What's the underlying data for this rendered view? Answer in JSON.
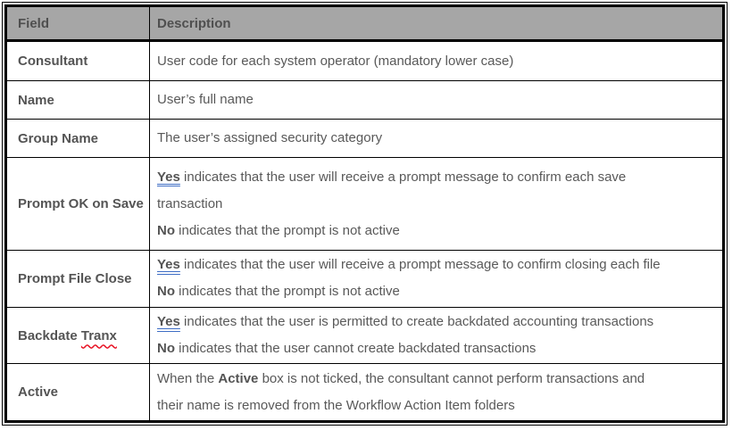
{
  "colors": {
    "header_background": "#a6a6a6",
    "header_text": "#4f4f4f",
    "body_text": "#595959",
    "border": "#000000",
    "yes_double_underline_blue": "#3c6cc4",
    "spellcheck_squiggle_red": "#e81123"
  },
  "table": {
    "header": {
      "field": "Field",
      "description": "Description"
    },
    "rows": [
      {
        "field": [
          {
            "t": "Consultant",
            "b": true
          }
        ],
        "description": [
          [
            {
              "t": "User code for each system operator (mandatory lower case)"
            }
          ]
        ]
      },
      {
        "field": [
          {
            "t": "Name",
            "b": true
          }
        ],
        "description": [
          [
            {
              "t": "User’s full name"
            }
          ]
        ]
      },
      {
        "field": [
          {
            "t": "Group Name",
            "b": true
          }
        ],
        "description": [
          [
            {
              "t": "The user’s assigned security category"
            }
          ]
        ]
      },
      {
        "field": [
          {
            "t": "Prompt OK on Save",
            "b": true
          }
        ],
        "description": [
          [
            {
              "t": "Yes",
              "b": true,
              "u": true
            },
            {
              "t": " indicates that the user will receive a prompt message to confirm each save"
            }
          ],
          [
            {
              "t": "transaction"
            }
          ],
          [
            {
              "t": "No",
              "b": true
            },
            {
              "t": " indicates that the prompt is not active"
            }
          ]
        ]
      },
      {
        "field": [
          {
            "t": "Prompt File Close",
            "b": true
          }
        ],
        "description": [
          [
            {
              "t": "Yes",
              "b": true,
              "u": true
            },
            {
              "t": " indicates that the user will receive a prompt message to confirm closing each file"
            }
          ],
          [
            {
              "t": "No",
              "b": true
            },
            {
              "t": " indicates that the prompt is not active"
            }
          ]
        ]
      },
      {
        "field": [
          {
            "t": "Backdate ",
            "b": true
          },
          {
            "t": "Tranx",
            "b": true,
            "w": true
          }
        ],
        "description": [
          [
            {
              "t": "Yes",
              "b": true,
              "u": true
            },
            {
              "t": " indicates that the user is permitted to create backdated accounting transactions"
            }
          ],
          [
            {
              "t": "No",
              "b": true
            },
            {
              "t": " indicates that the user cannot create backdated transactions"
            }
          ]
        ]
      },
      {
        "field": [
          {
            "t": "Active",
            "b": true
          }
        ],
        "description": [
          [
            {
              "t": "When the "
            },
            {
              "t": "Active",
              "b": true
            },
            {
              "t": " box is not ticked, the consultant cannot perform transactions and"
            }
          ],
          [
            {
              "t": "their name is removed from the Workflow Action Item folders"
            }
          ]
        ]
      }
    ]
  }
}
